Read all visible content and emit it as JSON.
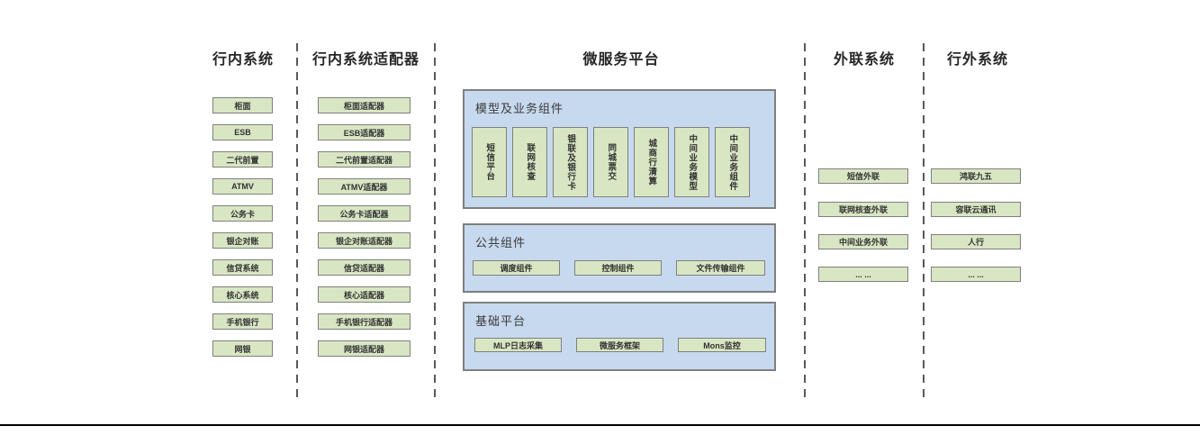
{
  "colors": {
    "green_fill": "#d9e6c3",
    "green_border": "#7f7f7f",
    "blue_fill": "#c7d9ee",
    "blue_border": "#7f7f7f",
    "separator": "#595959",
    "bottom_line": "#000000",
    "text": "#333333"
  },
  "internal": {
    "title": "行内系统",
    "items": [
      "柜面",
      "ESB",
      "二代前置",
      "ATMV",
      "公务卡",
      "银企对账",
      "信贷系统",
      "核心系统",
      "手机银行",
      "网银"
    ]
  },
  "adapter": {
    "title": "行内系统适配器",
    "items": [
      "柜面适配器",
      "ESB适配器",
      "二代前置适配器",
      "ATMV适配器",
      "公务卡适配器",
      "银企对账适配器",
      "信贷适配器",
      "核心适配器",
      "手机银行适配器",
      "网银适配器"
    ]
  },
  "platform": {
    "title": "微服务平台",
    "model": {
      "title": "模型及业务组件",
      "items": [
        "短信平台",
        "联网核查",
        "银联及银行卡",
        "同城票交",
        "城商行清算",
        "中间业务模型",
        "中间业务组件"
      ]
    },
    "common": {
      "title": "公共组件",
      "items": [
        "调度组件",
        "控制组件",
        "文件传输组件"
      ]
    },
    "base": {
      "title": "基础平台",
      "items": [
        "MLP日志采集",
        "微服务框架",
        "Mons监控"
      ]
    }
  },
  "external": {
    "title": "外联系统",
    "items": [
      "短信外联",
      "联网核查外联",
      "中间业务外联",
      "... ..."
    ]
  },
  "outside": {
    "title": "行外系统",
    "items": [
      "鸿联九五",
      "容联云通讯",
      "人行",
      "... ..."
    ]
  }
}
